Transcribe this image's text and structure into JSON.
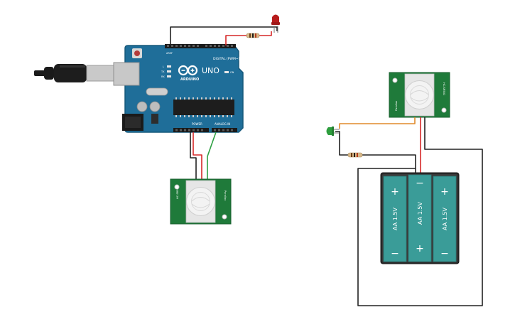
{
  "arduino": {
    "brand_label": "ARDUINO",
    "model_label": "UNO",
    "digital_label": "DIGITAL (PWM~)",
    "power_label": "POWER",
    "analog_label": "ANALOG IN",
    "led_tx_label": "TX",
    "led_rx_label": "RX",
    "led_l_label": "L",
    "led_on_label": "ON",
    "color": "#1f6e99"
  },
  "battery_pack": {
    "cells": [
      {
        "label": "AA 1.5V",
        "top_symbol": "+",
        "bottom_symbol": "−"
      },
      {
        "label": "AA 1.5V",
        "top_symbol": "−",
        "bottom_symbol": "+"
      },
      {
        "label": "AA 1.5V",
        "top_symbol": "+",
        "bottom_symbol": "−"
      }
    ],
    "cell_color": "#3a9c98"
  },
  "pir_sensor_left": {
    "left_label": "HC-SR501",
    "right_label": "Parallax"
  },
  "pir_sensor_right": {
    "left_label": "Parallax",
    "right_label": "HC-SR501"
  },
  "colors": {
    "wire_black": "#222222",
    "wire_red": "#d62828",
    "wire_green": "#2ea043",
    "wire_orange": "#e08a2c",
    "pcb_green": "#1f7a3a",
    "led_red": "#b71c1c",
    "led_green": "#2e9e3e"
  }
}
